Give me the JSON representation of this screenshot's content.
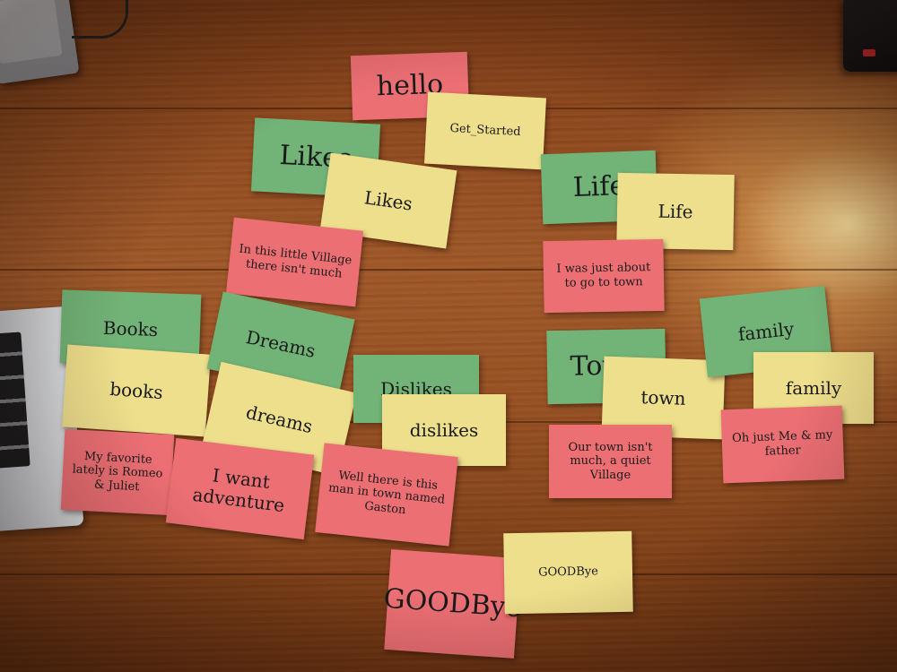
{
  "photo": {
    "surface": "wooden table",
    "colors": {
      "pink": "#ec6f74",
      "green": "#72b377",
      "yellow": "#eedf8c"
    }
  },
  "cards": {
    "hello": "hello",
    "get_started": "Get_Started",
    "likes_green": "Likes",
    "likes_yellow": "Likes",
    "likes_pink": "In this little Village there isn't much",
    "life_green": "Life",
    "life_yellow": "Life",
    "life_pink": "I was just about to go to town",
    "books_green": "Books",
    "books_yellow": "books",
    "books_pink": "My favorite lately is Romeo & Juliet",
    "dreams_green": "Dreams",
    "dreams_yellow": "dreams",
    "dreams_pink": "I want adventure",
    "dislikes_green": "Dislikes",
    "dislikes_yellow": "dislikes",
    "dislikes_pink": "Well there is this man in town named Gaston",
    "town_green": "Town",
    "town_yellow": "town",
    "town_pink": "Our town isn't much, a quiet Village",
    "family_green": "family",
    "family_yellow": "family",
    "family_pink": "Oh just Me & my father",
    "goodbye_pink": "GOODBye",
    "goodbye_yellow": "GOODBye"
  }
}
